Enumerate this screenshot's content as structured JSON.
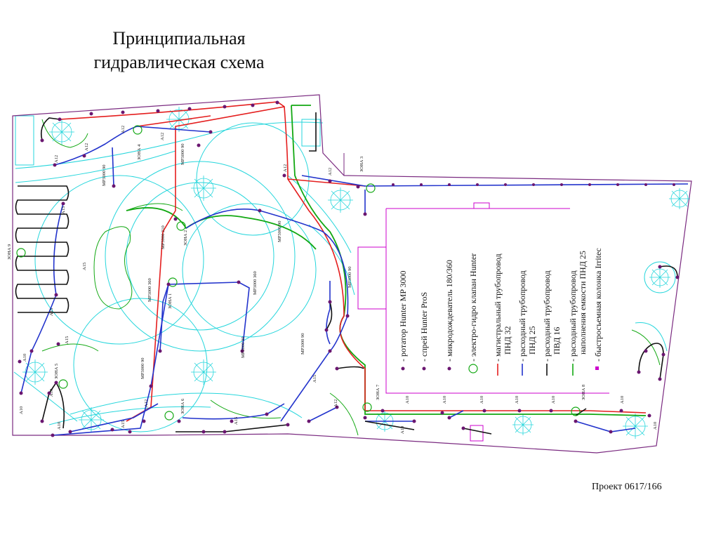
{
  "title": {
    "line1": "Принципиальная",
    "line2": "гидравлическая схема"
  },
  "project": "Проект 0617/166",
  "legend": {
    "items": [
      {
        "symbol": "rotator",
        "text": "- ротатор Hunter MP 3000"
      },
      {
        "symbol": "spray",
        "text": "- спрей Hunter ProS"
      },
      {
        "symbol": "drip",
        "text": "- микродождеватель 180/360"
      },
      {
        "symbol": "valve",
        "text": "- электро-гидро клапан Hunter"
      },
      {
        "symbol": "main-line",
        "text": "- магистральный трубопровод",
        "text2": "ПНД 32"
      },
      {
        "symbol": "branch-line",
        "text": "- расходный трубопровод",
        "text2": "ПНД 25"
      },
      {
        "symbol": "black-line",
        "text": "- расходный трубопровод",
        "text2": "ПВД 16"
      },
      {
        "symbol": "green-line",
        "text": "- расходный трубопровод",
        "text2": "наполнения емкости ПНД 25"
      },
      {
        "symbol": "coupler",
        "text": "- быстросъемная колонка Irritec"
      }
    ]
  },
  "zones": [
    {
      "label": "ЗОНА 1"
    },
    {
      "label": "ЗОНА 2"
    },
    {
      "label": "ЗОНА 3"
    },
    {
      "label": "ЗОНА 4"
    },
    {
      "label": "ЗОНА 5"
    },
    {
      "label": "ЗОНА 6"
    },
    {
      "label": "ЗОНА 7"
    },
    {
      "label": "ЗОНА 8"
    },
    {
      "label": "ЗОНА 9"
    }
  ],
  "nozzle_labels": [
    {
      "text": "MP3000 90"
    },
    {
      "text": "MP3000 210"
    },
    {
      "text": "MP3000 360"
    },
    {
      "text": "MP3000 90"
    },
    {
      "text": "MP3000 360"
    },
    {
      "text": "MP3000 90"
    },
    {
      "text": "MP3000 90"
    },
    {
      "text": "MP3000 90"
    },
    {
      "text": "MP3000 90"
    },
    {
      "text": "MP3000 90"
    }
  ],
  "spray_labels": [
    {
      "text": "A12"
    },
    {
      "text": "A12"
    },
    {
      "text": "A12"
    },
    {
      "text": "A12"
    },
    {
      "text": "A12"
    },
    {
      "text": "A12"
    },
    {
      "text": "A15"
    },
    {
      "text": "A15"
    },
    {
      "text": "A15"
    },
    {
      "text": "A15"
    },
    {
      "text": "A15"
    },
    {
      "text": "A15"
    },
    {
      "text": "A15"
    },
    {
      "text": "A10"
    },
    {
      "text": "A10"
    },
    {
      "text": "A10"
    },
    {
      "text": "A10"
    },
    {
      "text": "A10"
    },
    {
      "text": "A10"
    },
    {
      "text": "A10"
    },
    {
      "text": "A10"
    },
    {
      "text": "A10"
    },
    {
      "text": "A10"
    },
    {
      "text": "A12"
    },
    {
      "text": "A12"
    },
    {
      "text": "A10"
    },
    {
      "text": "A10"
    }
  ],
  "colors": {
    "cyan": "#26d6dc",
    "green": "#12a812",
    "red": "#e41e1e",
    "blue": "#2233cc",
    "black": "#111111",
    "magenta": "#cc00cc",
    "purple": "#6a1670",
    "boundary": "#7a2a80"
  }
}
